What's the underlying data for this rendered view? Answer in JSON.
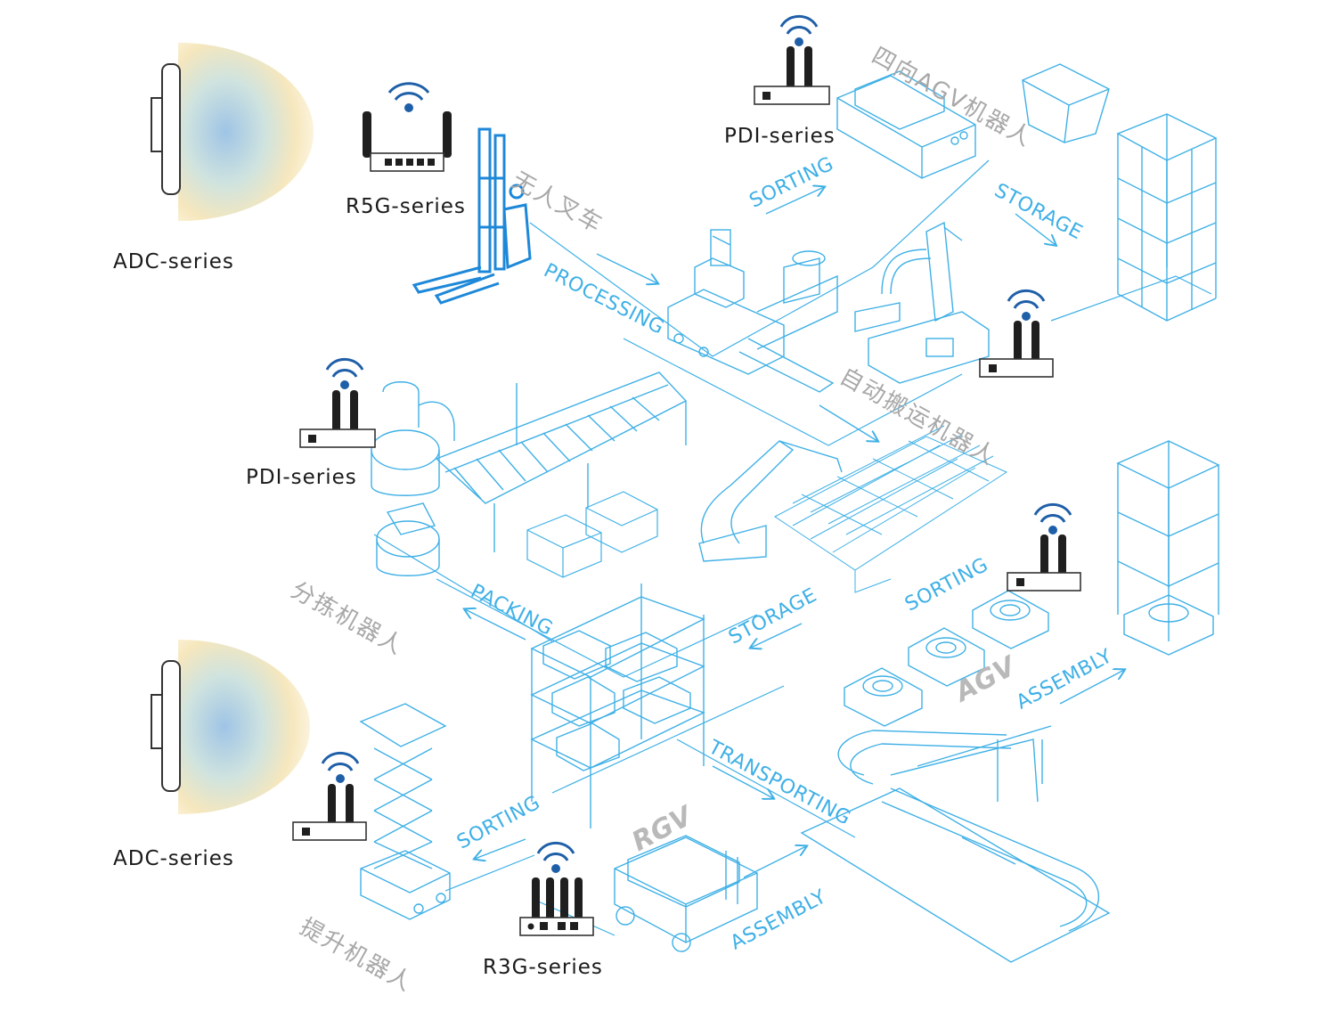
{
  "device_labels": {
    "adc_top": "ADC-series",
    "r5g": "R5G-series",
    "pdi_top": "PDI-series",
    "pdi_mid": "PDI-series",
    "adc_bottom": "ADC-series",
    "r3g": "R3G-series"
  },
  "flow_labels": {
    "sorting_top": "SORTING",
    "storage_top": "STORAGE",
    "processing": "PROCESSING",
    "packing": "PACKING",
    "storage_mid": "STORAGE",
    "sorting_mid": "SORTING",
    "assembly_right": "ASSEMBLY",
    "transporting": "TRANSPORTING",
    "sorting_bottom": "SORTING",
    "assembly_bottom": "ASSEMBLY"
  },
  "robot_labels": {
    "forklift": "无人叉车",
    "four_way_agv": "四向AGV机器人",
    "handling_robot": "自动搬运机器人",
    "sorting_robot": "分拣机器人",
    "lifting_robot": "提升机器人"
  },
  "vehicle_tags": {
    "agv": "AGV",
    "rgv": "RGV"
  },
  "colors": {
    "line_blue": "#3fb0e6",
    "deep_blue": "#1e88d8",
    "device_dark": "#1f1f1f",
    "wifi_blue": "#1f5fa8",
    "chinese_gray": "#a8a8a8",
    "tag_gray": "#b9b9b9",
    "glow_yellow": "#f6e7bd",
    "glow_teal": "#cfe3df",
    "glow_blue": "#b8d4ea"
  },
  "icons": {
    "router": "router-icon",
    "wifi": "wifi-icon",
    "access_point": "ceiling-access-point-icon"
  }
}
